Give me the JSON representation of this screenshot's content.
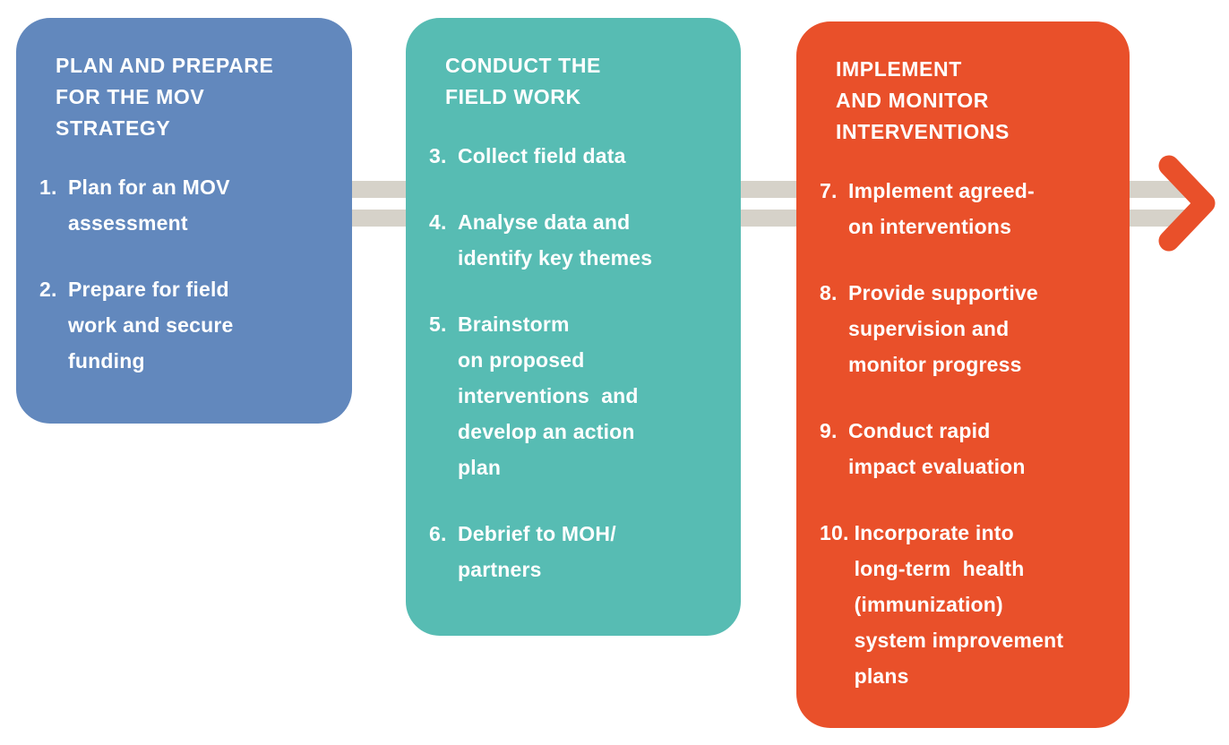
{
  "diagram": {
    "name": "MOV strategy three-phase process flow",
    "background_color": "#ffffff",
    "text_color": "#ffffff",
    "arrow": {
      "shaft_color": "#d6d2c9",
      "head_color": "#e9502a"
    },
    "boxes": [
      {
        "id": "plan-prepare",
        "color": "#6288bd",
        "title_lines": [
          "PLAN AND PREPARE",
          "FOR THE MOV",
          "STRATEGY"
        ],
        "items": [
          {
            "number": "1.",
            "lines": [
              "Plan for an MOV",
              "assessment"
            ]
          },
          {
            "number": "2.",
            "lines": [
              "Prepare for field",
              "work and secure",
              "funding"
            ]
          }
        ]
      },
      {
        "id": "field-work",
        "color": "#57bcb3",
        "title_lines": [
          "CONDUCT THE",
          "FIELD WORK"
        ],
        "items": [
          {
            "number": "3.",
            "lines": [
              "Collect field data"
            ]
          },
          {
            "number": "4.",
            "lines": [
              "Analyse data and",
              "identify key themes"
            ]
          },
          {
            "number": "5.",
            "lines": [
              "Brainstorm",
              "on proposed",
              "interventions  and",
              "develop an action",
              "plan"
            ]
          },
          {
            "number": "6.",
            "lines": [
              "Debrief to MOH/",
              "partners"
            ]
          }
        ]
      },
      {
        "id": "implement-monitor",
        "color": "#e9502a",
        "title_lines": [
          "IMPLEMENT",
          "AND MONITOR",
          "INTERVENTIONS"
        ],
        "items": [
          {
            "number": "7.",
            "lines": [
              "Implement agreed-",
              "on interventions"
            ]
          },
          {
            "number": "8.",
            "lines": [
              "Provide supportive",
              "supervision and",
              "monitor progress"
            ]
          },
          {
            "number": "9.",
            "lines": [
              "Conduct rapid",
              "impact evaluation"
            ]
          },
          {
            "number": "10.",
            "lines": [
              "Incorporate into",
              "long-term  health",
              "(immunization)",
              "system improvement",
              "plans"
            ]
          }
        ]
      }
    ]
  }
}
